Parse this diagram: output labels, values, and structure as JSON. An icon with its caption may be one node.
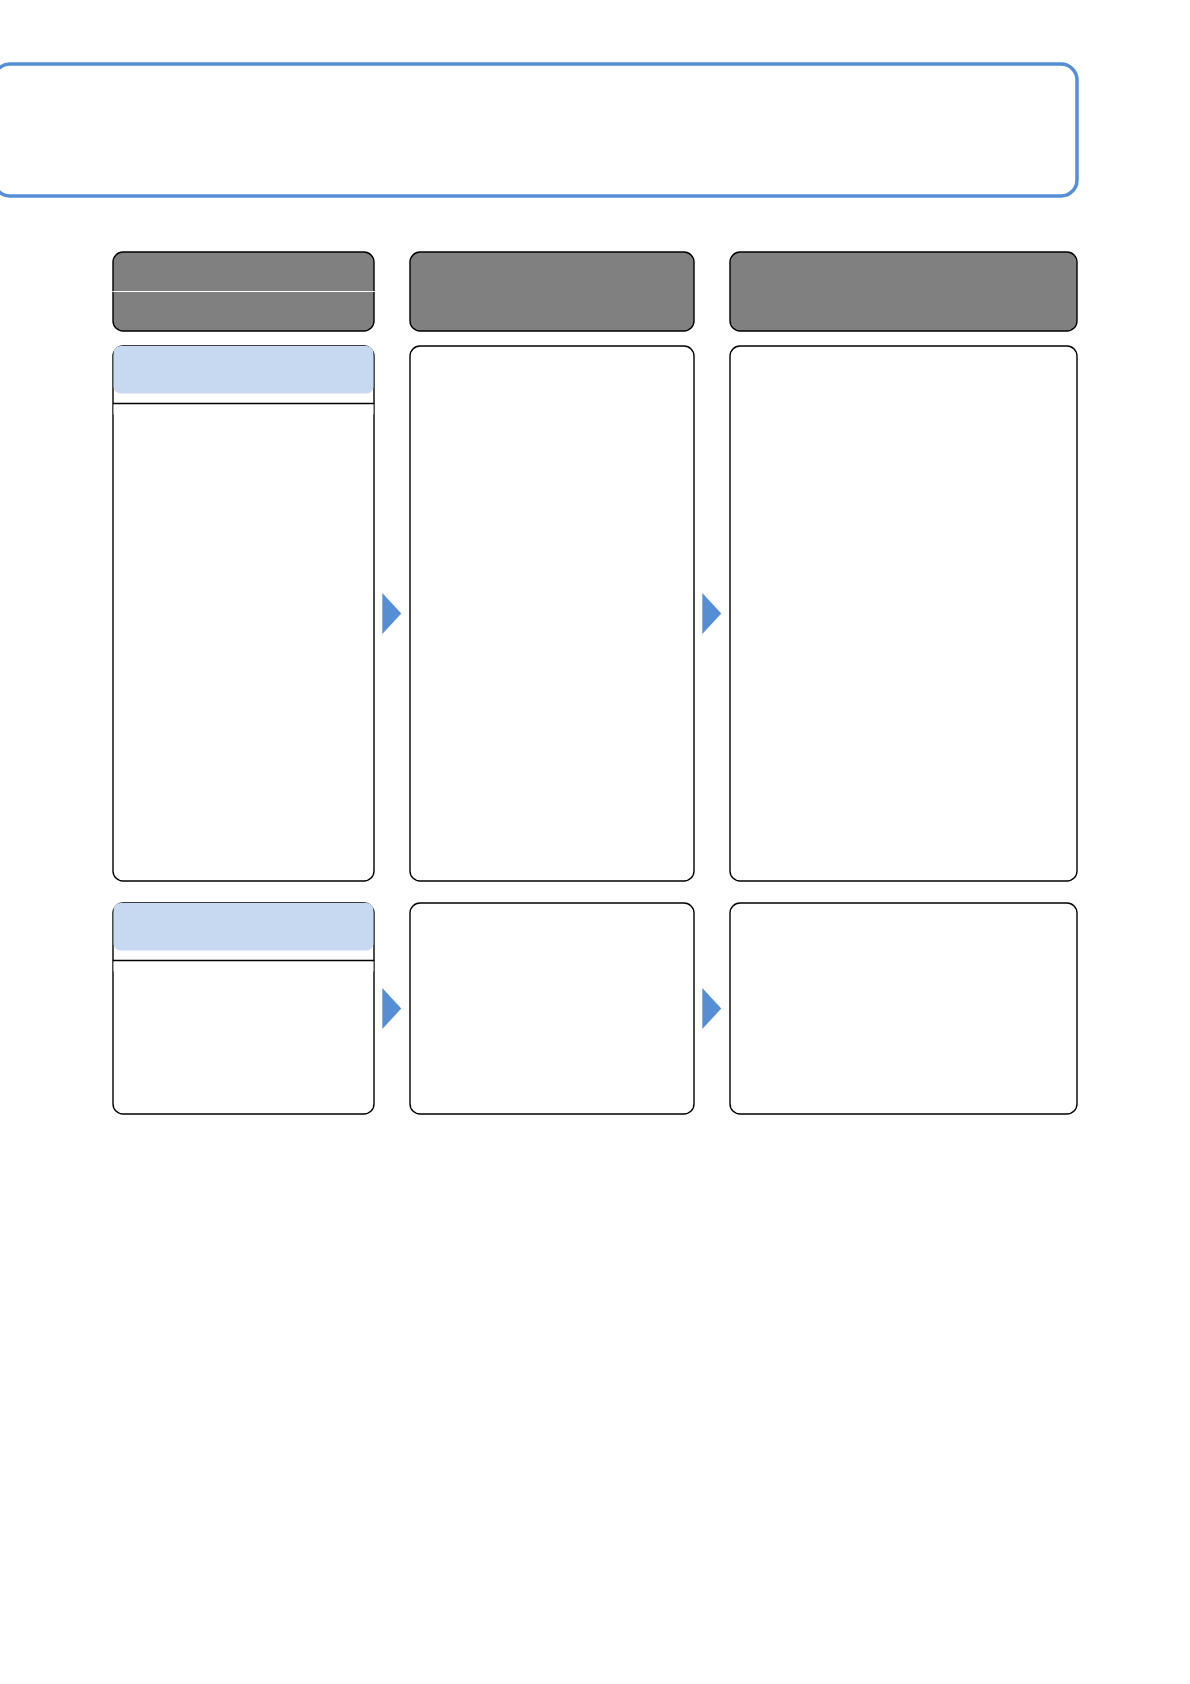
{
  "diagram": {
    "nodes": [
      {
        "text": [],
        "shape": "band"
      },
      {
        "text": [],
        "shape": "box"
      },
      {
        "text": [],
        "shape": "box"
      },
      {
        "text": [],
        "shape": "box"
      },
      {
        "text": [],
        "shape": "box"
      },
      {
        "text": [],
        "shape": "bar",
        "in": 4
      },
      {
        "text": [],
        "shape": "box"
      },
      {
        "text": [],
        "shape": "box"
      },
      {
        "text": [],
        "shape": "box"
      },
      {
        "text": [],
        "shape": "bar",
        "in": 8
      },
      {
        "text": [],
        "shape": "box"
      },
      {
        "text": [],
        "shape": "box"
      }
    ],
    "edges": [
      {
        "from": 4,
        "to": 6,
        "arrow": "to"
      },
      {
        "from": 6,
        "to": 7,
        "arrow": "to"
      },
      {
        "from": 8,
        "to": 10,
        "arrow": "to"
      },
      {
        "from": 10,
        "to": 11,
        "arrow": "to"
      }
    ]
  }
}
